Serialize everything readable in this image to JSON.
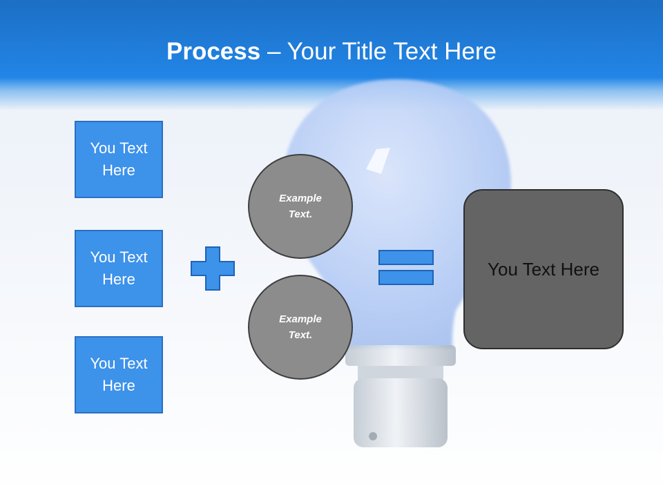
{
  "slide": {
    "title_bold": "Process",
    "title_rest": " – Your Title Text Here"
  },
  "inputs": [
    {
      "label": "You Text Here"
    },
    {
      "label": "You Text Here"
    },
    {
      "label": "You Text Here"
    }
  ],
  "examples": [
    {
      "label": "Example Text."
    },
    {
      "label": "Example Text."
    }
  ],
  "result": {
    "label": "You Text Here"
  },
  "icons": {
    "plus": "plus-icon",
    "equals": "equals-icon",
    "background": "light-bulb"
  },
  "colors": {
    "header": "#2285e6",
    "box_fill": "#3d92ea",
    "box_border": "#2a6fc2",
    "circle_fill": "#8c8c8c",
    "result_fill": "#646464"
  }
}
